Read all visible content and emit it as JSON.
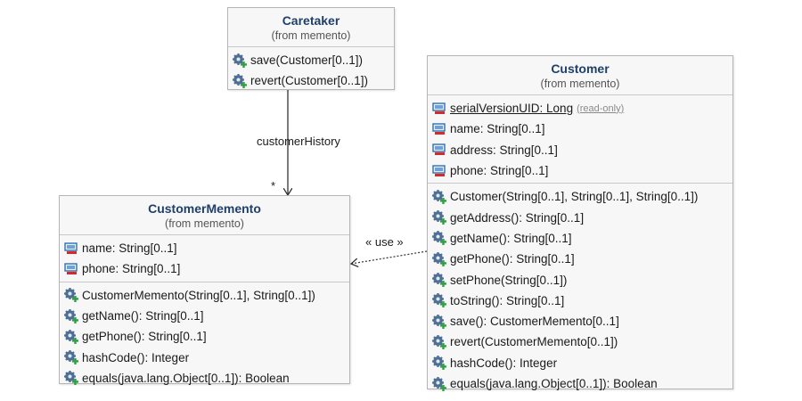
{
  "classes": {
    "caretaker": {
      "name": "Caretaker",
      "from": "(from memento)",
      "operations": [
        "save(Customer[0..1])",
        "revert(Customer[0..1])"
      ]
    },
    "customer_memento": {
      "name": "CustomerMemento",
      "from": "(from memento)",
      "attributes": [
        "name: String[0..1]",
        "phone: String[0..1]"
      ],
      "operations": [
        "CustomerMemento(String[0..1], String[0..1])",
        "getName(): String[0..1]",
        "getPhone(): String[0..1]",
        "hashCode(): Integer",
        "equals(java.lang.Object[0..1]): Boolean"
      ]
    },
    "customer": {
      "name": "Customer",
      "from": "(from memento)",
      "attributes": [
        "serialVersionUID: Long",
        "name: String[0..1]",
        "address: String[0..1]",
        "phone: String[0..1]"
      ],
      "readonly_tag": "(read-only)",
      "operations": [
        "Customer(String[0..1], String[0..1], String[0..1])",
        "getAddress(): String[0..1]",
        "getName(): String[0..1]",
        "getPhone(): String[0..1]",
        "setPhone(String[0..1])",
        "toString(): String[0..1]",
        "save(): CustomerMemento[0..1]",
        "revert(CustomerMemento[0..1])",
        "hashCode(): Integer",
        "equals(java.lang.Object[0..1]): Boolean"
      ]
    }
  },
  "connectors": {
    "association_label": "customerHistory",
    "association_multiplicity": "*",
    "dependency_label": "« use »"
  },
  "icons": {
    "attribute": "private-field-icon",
    "operation": "public-operation-gear-icon"
  },
  "colors": {
    "class_name": "#1f3f6b",
    "field_icon_monitor": "#2f6fb5",
    "field_icon_minus": "#d42a2a",
    "operation_gear": "#4e6f93",
    "operation_plus": "#2ea043"
  }
}
